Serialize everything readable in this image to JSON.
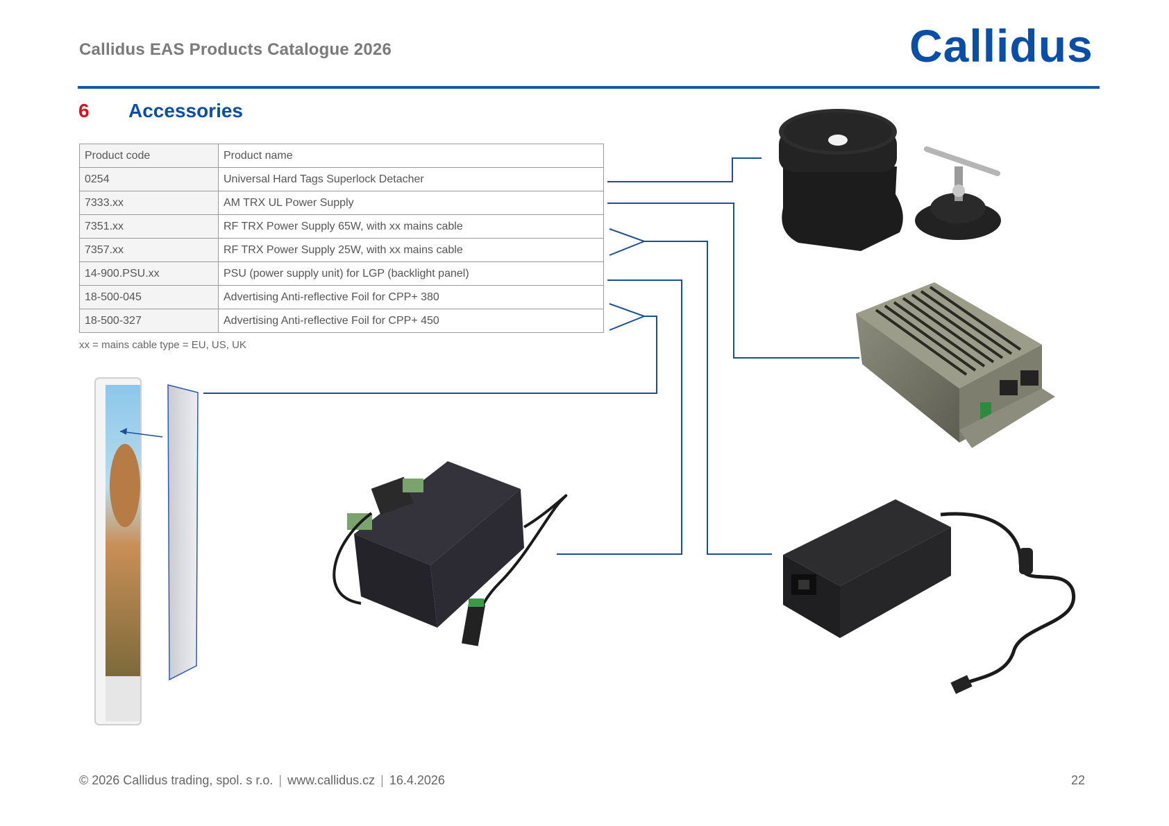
{
  "header": {
    "title": "Callidus EAS Products Catalogue 2026",
    "logo_text": "Callidus"
  },
  "section": {
    "number": "6",
    "title": "Accessories"
  },
  "table": {
    "headers": [
      "Product code",
      "Product name"
    ],
    "rows": [
      {
        "code": "0254",
        "name": "Universal Hard Tags Superlock Detacher"
      },
      {
        "code": "7333.xx",
        "name": "AM TRX UL Power Supply"
      },
      {
        "code": "7351.xx",
        "name": "RF TRX Power Supply 65W, with xx mains cable"
      },
      {
        "code": "7357.xx",
        "name": "RF TRX Power Supply 25W, with xx mains cable"
      },
      {
        "code": "14-900.PSU.xx",
        "name": "PSU (power supply unit) for LGP (backlight panel)"
      },
      {
        "code": "18-500-045",
        "name": "Advertising Anti-reflective Foil for CPP+ 380"
      },
      {
        "code": "18-500-327",
        "name": "Advertising Anti-reflective Foil for CPP+ 450"
      }
    ]
  },
  "note": "xx = mains cable type = EU, US, UK",
  "footer": {
    "copyright": "© 2026 Callidus trading, spol. s r.o.",
    "sep": "|",
    "website": "www.callidus.cz",
    "date": "16.4.2026",
    "page": "22"
  },
  "colors": {
    "brand_blue": "#0a4ea6",
    "rule_blue": "#1a56a4",
    "section_red": "#d7111e",
    "connector": "#1d4f95"
  },
  "images": [
    {
      "name": "superlock-detacher-image",
      "icon": "detacher-icon"
    },
    {
      "name": "am-trx-power-supply-image",
      "icon": "metal-psu-icon"
    },
    {
      "name": "rf-trx-power-supply-image",
      "icon": "adapter-icon"
    },
    {
      "name": "lgp-psu-image",
      "icon": "adapter-icon"
    },
    {
      "name": "advertising-display-image",
      "icon": "display-panel-icon"
    },
    {
      "name": "anti-reflective-foil-image",
      "icon": "foil-sheet-icon"
    }
  ]
}
